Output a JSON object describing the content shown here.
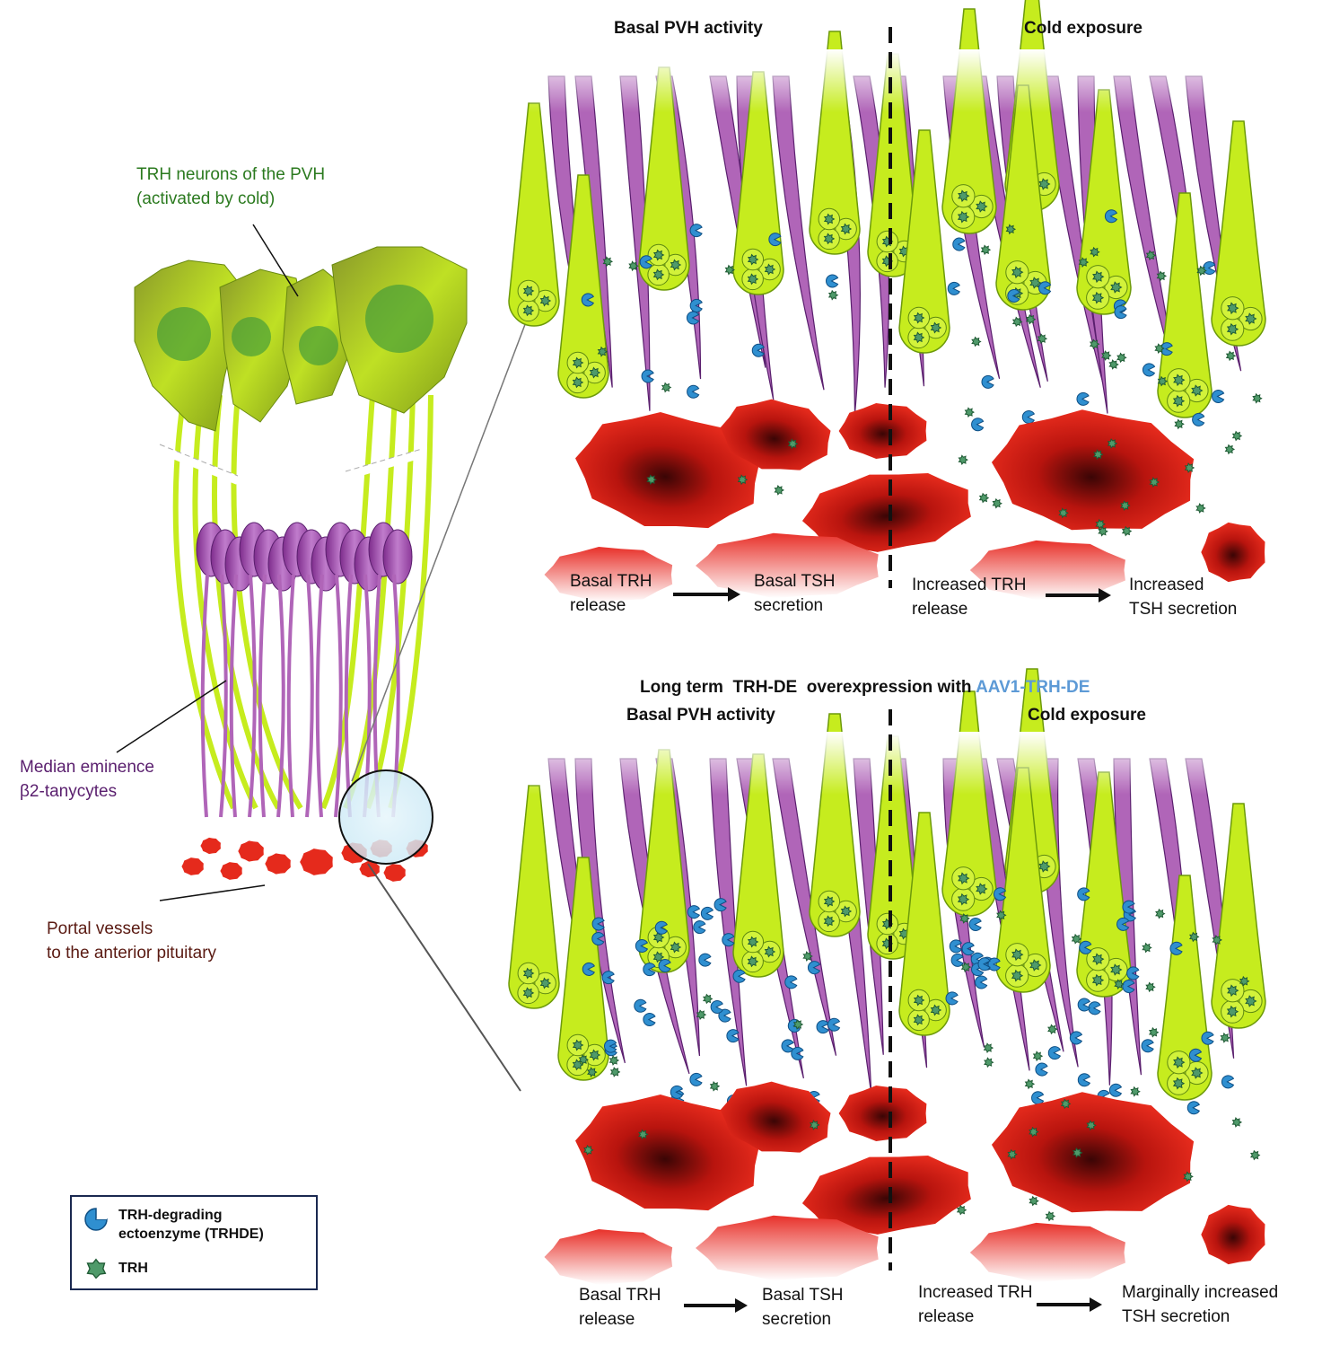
{
  "left_panel": {
    "trh_neurons_label": [
      "TRH neurons of the PVH",
      "(activated by cold)"
    ],
    "tanycytes_label": [
      "Median eminence",
      "β2-tanycytes"
    ],
    "portal_label": [
      "Portal vessels",
      "to the anterior pituitary"
    ]
  },
  "top_panel": {
    "left_header": "Basal PVH activity",
    "right_header": "Cold exposure",
    "left_caption_a": [
      "Basal TRH",
      "release"
    ],
    "left_caption_b": [
      "Basal TSH",
      "secretion"
    ],
    "right_caption_a": [
      "Increased TRH",
      "release"
    ],
    "right_caption_b": [
      "Increased",
      "TSH secretion"
    ]
  },
  "bottom_panel": {
    "title_prefix": "Long term  TRH-DE  overexpression with ",
    "title_highlight": "AAV1-TRH-DE",
    "left_header": "Basal PVH activity",
    "right_header": "Cold exposure",
    "left_caption_a": [
      "Basal TRH",
      "release"
    ],
    "left_caption_b": [
      "Basal TSH",
      "secretion"
    ],
    "right_caption_a": [
      "Increased TRH",
      "release"
    ],
    "right_caption_b": [
      "Marginally increased",
      "TSH secretion"
    ]
  },
  "legend": {
    "trhde_label": [
      "TRH-degrading",
      "ectoenzyme (TRHDE)"
    ],
    "trh_label": "TRH"
  },
  "colors": {
    "neuron_green": "#c6ec1e",
    "neuron_dark": "#6d9a0a",
    "tanycyte_purple": "#b065b8",
    "vessel_red": "#e52a1c",
    "trhde_blue": "#2f8fd0",
    "trh_green": "#3f8a5a",
    "legend_border": "#1a2850",
    "label_blue": "#5d9ad6"
  }
}
